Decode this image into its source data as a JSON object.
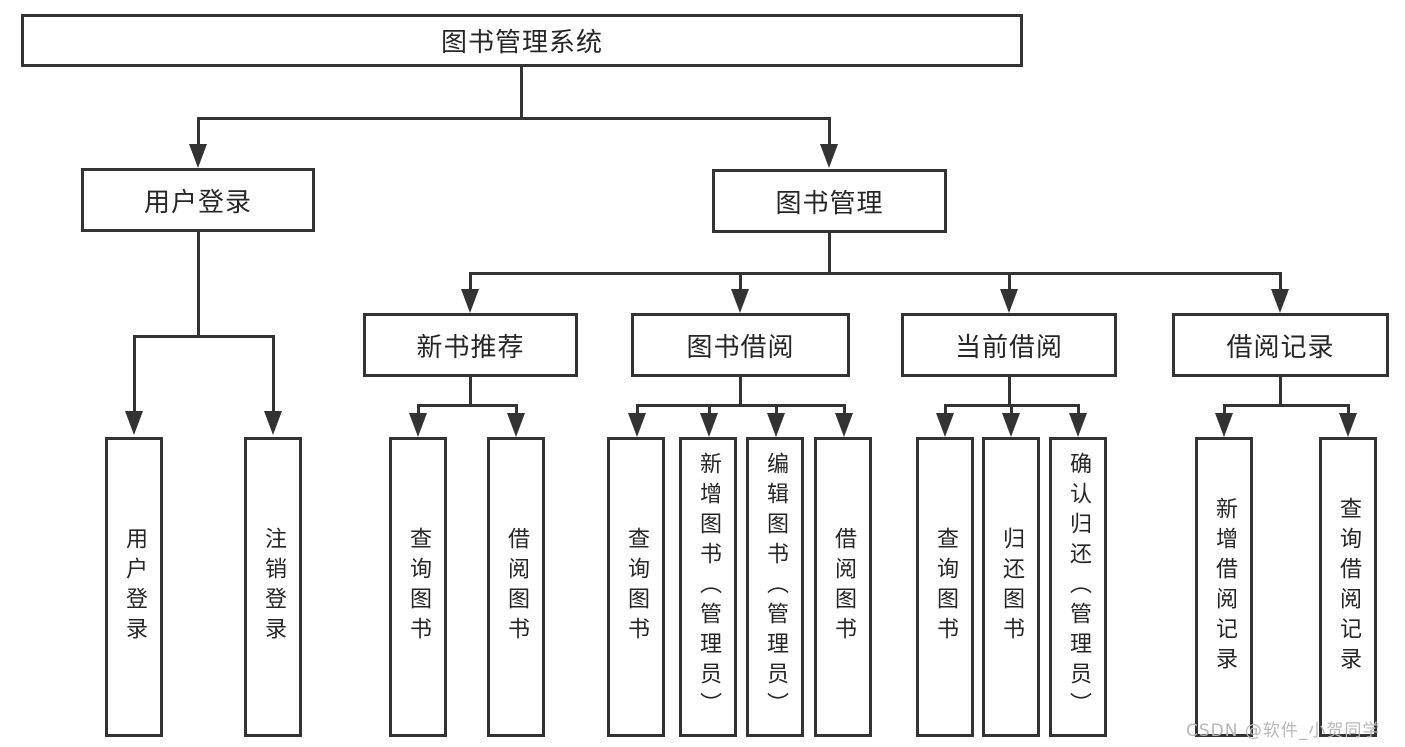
{
  "colors": {
    "line": "#333333",
    "box_border": "#333333",
    "box_bg": "#ffffff",
    "text": "#262626",
    "watermark": "#b8b8b8",
    "background": "#ffffff"
  },
  "watermark": {
    "text": "CSDN @软件_小贺同学"
  },
  "diagram": {
    "root": {
      "label": "图书管理系统"
    },
    "level2": [
      {
        "label": "用户登录"
      },
      {
        "label": "图书管理"
      }
    ],
    "level3": [
      {
        "label": "新书推荐"
      },
      {
        "label": "图书借阅"
      },
      {
        "label": "当前借阅"
      },
      {
        "label": "借阅记录"
      }
    ],
    "leaves": {
      "user_login": [
        "用户登录",
        "注销登录"
      ],
      "new_book": [
        "查询图书",
        "借阅图书"
      ],
      "book_borrow": [
        "查询图书",
        "新增图书（管理员）",
        "编辑图书（管理员）",
        "借阅图书"
      ],
      "current_borrow": [
        "查询图书",
        "归还图书",
        "确认归还（管理员）"
      ],
      "borrow_record": [
        "新增借阅记录",
        "查询借阅记录"
      ]
    }
  }
}
